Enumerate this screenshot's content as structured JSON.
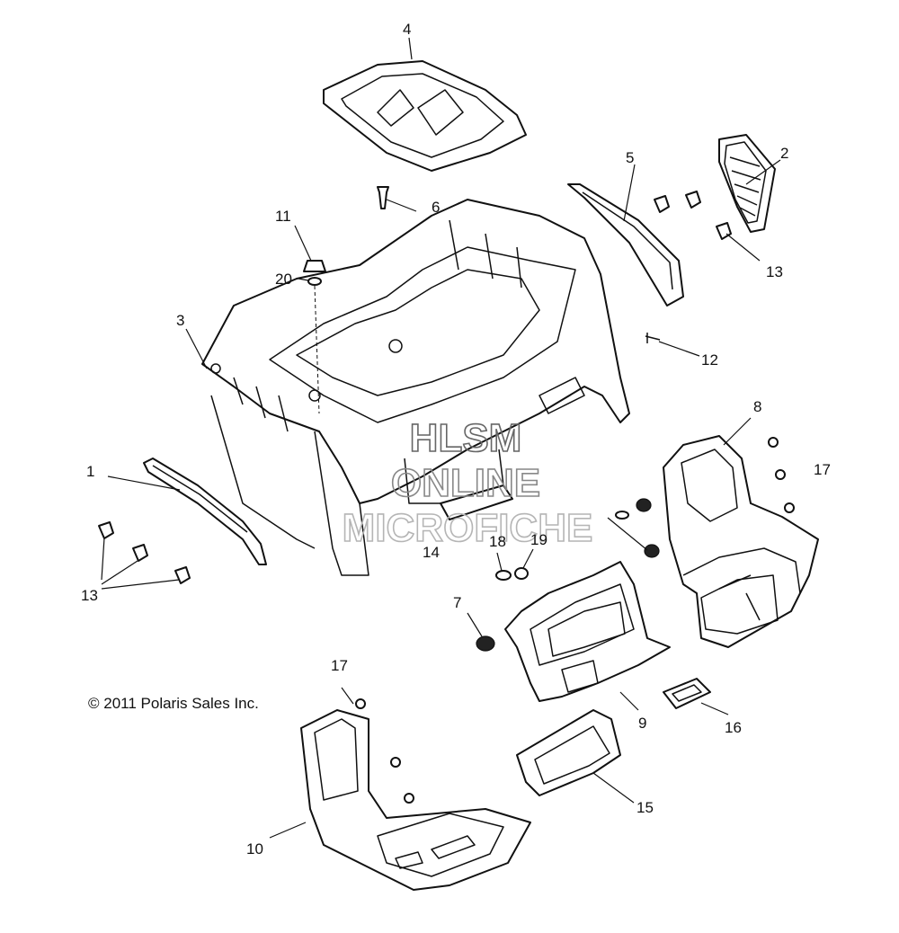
{
  "copyright": "© 2011 Polaris Sales Inc.",
  "watermark": {
    "line1": "HLSM",
    "line2": "ONLINE",
    "line3": "MICROFICHE"
  },
  "callouts": {
    "c1": "1",
    "c2": "2",
    "c3": "3",
    "c4": "4",
    "c5": "5",
    "c6": "6",
    "c7": "7",
    "c8": "8",
    "c9": "9",
    "c10": "10",
    "c11": "11",
    "c12": "12",
    "c13a": "13",
    "c13b": "13",
    "c14": "14",
    "c15": "15",
    "c16": "16",
    "c17a": "17",
    "c17b": "17",
    "c18": "18",
    "c19": "19",
    "c20": "20"
  }
}
